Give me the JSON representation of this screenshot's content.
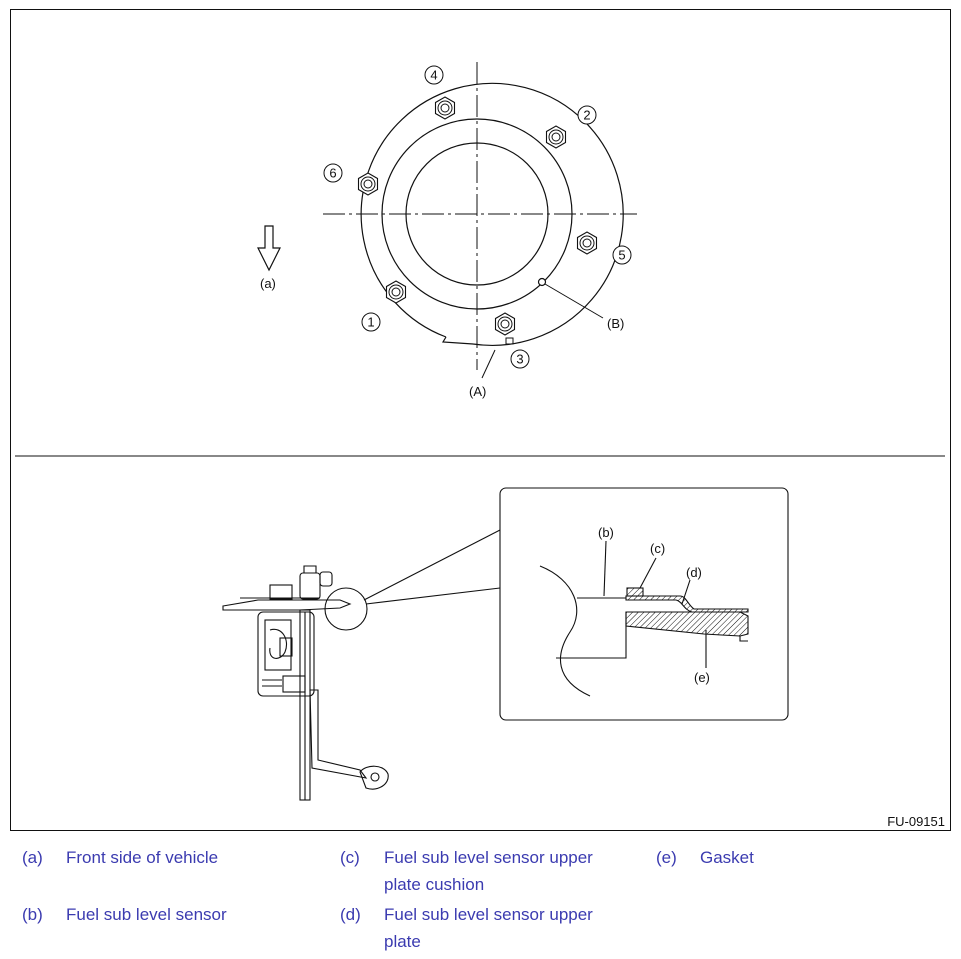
{
  "figure": {
    "figure_id": "FU-09151",
    "top_view": {
      "bolt_numbers": [
        "1",
        "2",
        "3",
        "4",
        "5",
        "6"
      ],
      "points": [
        "(A)",
        "(B)"
      ],
      "arrow_label": "(a)"
    },
    "detail_view": {
      "labels": [
        "(b)",
        "(c)",
        "(d)",
        "(e)"
      ]
    }
  },
  "legend": [
    {
      "key": "(a)",
      "text": "Front side of vehicle"
    },
    {
      "key": "(b)",
      "text": "Fuel sub level sensor"
    },
    {
      "key": "(c)",
      "lines": [
        "Fuel sub level sensor upper",
        "plate cushion"
      ]
    },
    {
      "key": "(d)",
      "lines": [
        "Fuel sub level sensor upper",
        "plate"
      ]
    },
    {
      "key": "(e)",
      "text": "Gasket"
    }
  ],
  "colors": {
    "legend_text": "#3b3bb0",
    "line": "#111111"
  }
}
